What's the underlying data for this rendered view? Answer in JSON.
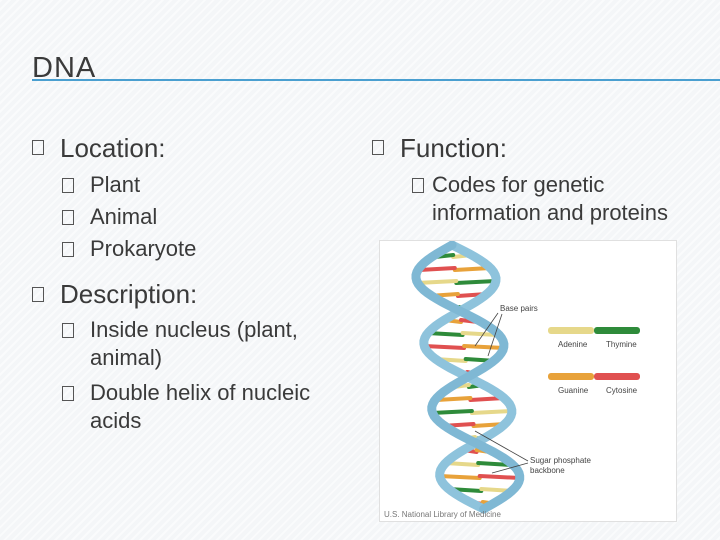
{
  "slide": {
    "title": "DNA",
    "left_column": {
      "location": {
        "label": "Location:",
        "items": [
          "Plant",
          "Animal",
          "Prokaryote"
        ]
      },
      "description": {
        "label": "Description:",
        "items": [
          {
            "line1": "Inside nucleus (plant,",
            "line2": "animal)"
          },
          {
            "line1": "Double helix of nucleic",
            "line2": "acids"
          }
        ]
      }
    },
    "right_column": {
      "function": {
        "label": "Function:",
        "items": [
          {
            "line1": "Codes for genetic",
            "line2": "information and proteins"
          }
        ]
      }
    },
    "figure": {
      "base_pairs_label": "Base pairs",
      "pair1": {
        "left": "Adenine",
        "right": "Thymine"
      },
      "pair2": {
        "left": "Guanine",
        "right": "Cytosine"
      },
      "backbone_line1": "Sugar phosphate",
      "backbone_line2": "backbone",
      "credit": "U.S. National Library of Medicine"
    }
  },
  "colors": {
    "accent_rule": "#4a9fd0",
    "backbone": "#8ec3dc",
    "adenine": "#e6d88a",
    "thymine": "#2e8b3a",
    "guanine": "#e8a23a",
    "cytosine": "#e05050"
  }
}
